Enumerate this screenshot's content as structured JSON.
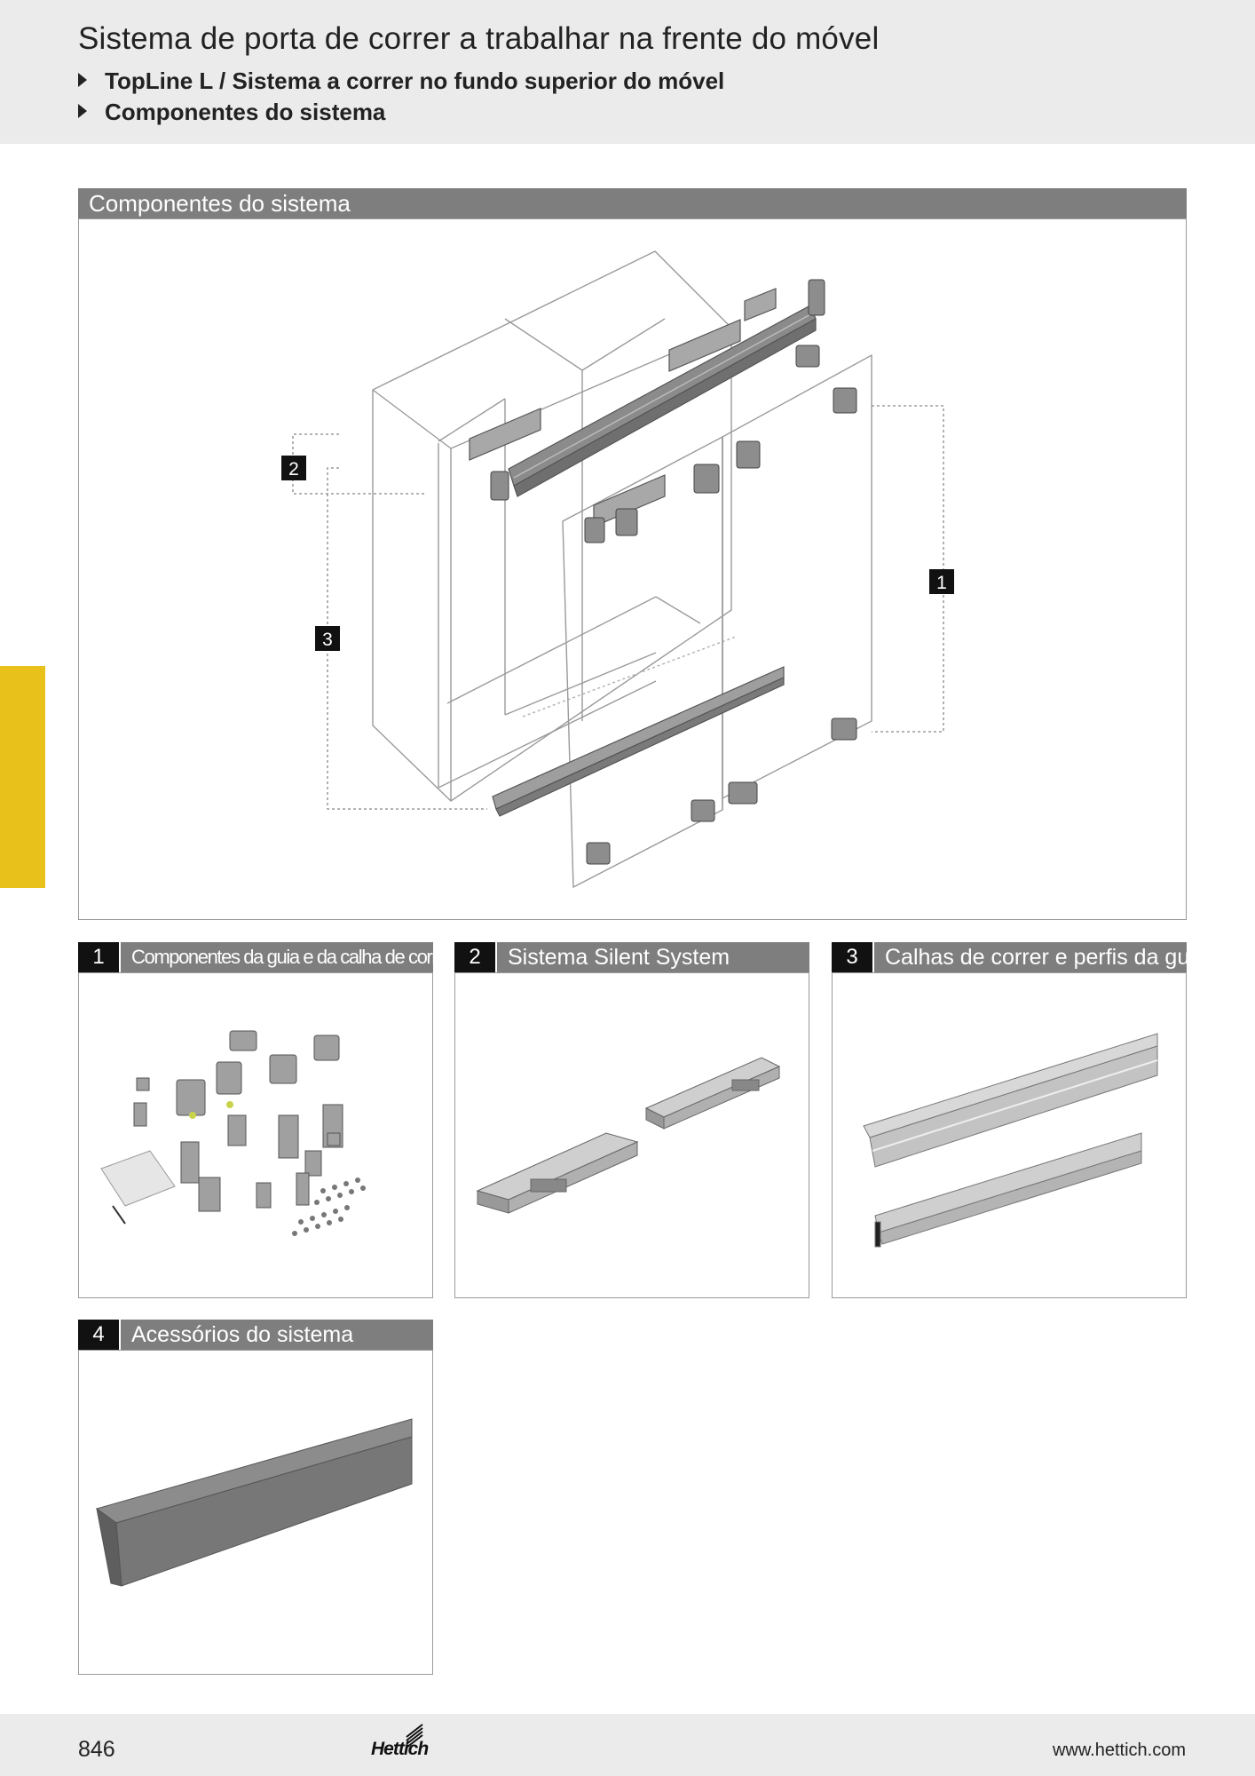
{
  "header": {
    "title": "Sistema de porta de correr a trabalhar na frente do móvel",
    "sublines": [
      "TopLine L / Sistema a correr no fundo superior do móvel",
      "Componentes do sistema"
    ]
  },
  "main_panel": {
    "label": "Componentes do sistema",
    "callouts": [
      "1",
      "2",
      "3"
    ]
  },
  "cards": [
    {
      "number": "1",
      "label": "Componentes da guia e da calha de correr"
    },
    {
      "number": "2",
      "label": "Sistema Silent System"
    },
    {
      "number": "3",
      "label": "Calhas de correr e perfis da guia"
    },
    {
      "number": "4",
      "label": "Acessórios do sistema"
    }
  ],
  "footer": {
    "page_number": "846",
    "brand": "Hettich",
    "url": "www.hettich.com"
  },
  "colors": {
    "header_bg": "#ebebeb",
    "bar_gray": "#7e7e7e",
    "side_tab": "#e8c21a",
    "number_box": "#111111"
  }
}
